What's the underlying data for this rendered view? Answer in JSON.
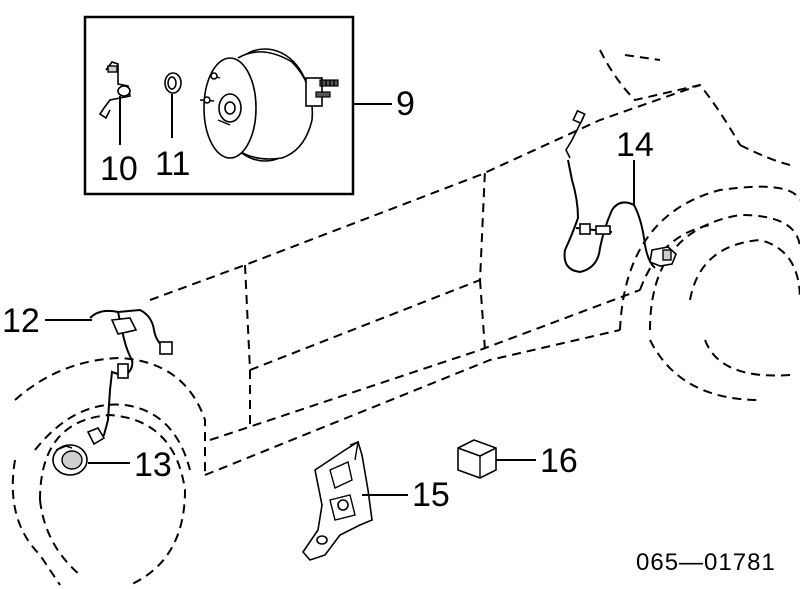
{
  "callouts": {
    "c9": "9",
    "c10": "10",
    "c11": "11",
    "c12": "12",
    "c13": "13",
    "c14": "14",
    "c15": "15",
    "c16": "16"
  },
  "diagram_code": "065—01781"
}
